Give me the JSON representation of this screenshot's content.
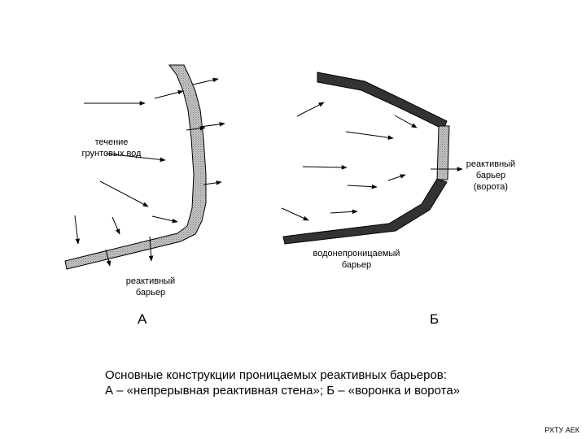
{
  "labels": {
    "flow": [
      "течение",
      "грунтовых вод"
    ],
    "reactive_a": [
      "реактивный",
      "барьер"
    ],
    "reactive_b": [
      "реактивный",
      "барьер",
      "(ворота)"
    ],
    "impermeable": [
      "водонепроницаемый",
      "барьер"
    ],
    "panel_a": "А",
    "panel_b": "Б"
  },
  "caption": {
    "line1": "Основные конструкции проницаемых реактивных барьеров:",
    "line2": "А – «непрерывная реактивная стена»; Б – «воронка и ворота»"
  },
  "corner_text": "РХТУ АЕК",
  "colors": {
    "reactive_fill": "#c0c0c0",
    "impermeable_fill": "#333333",
    "line": "#000000"
  }
}
